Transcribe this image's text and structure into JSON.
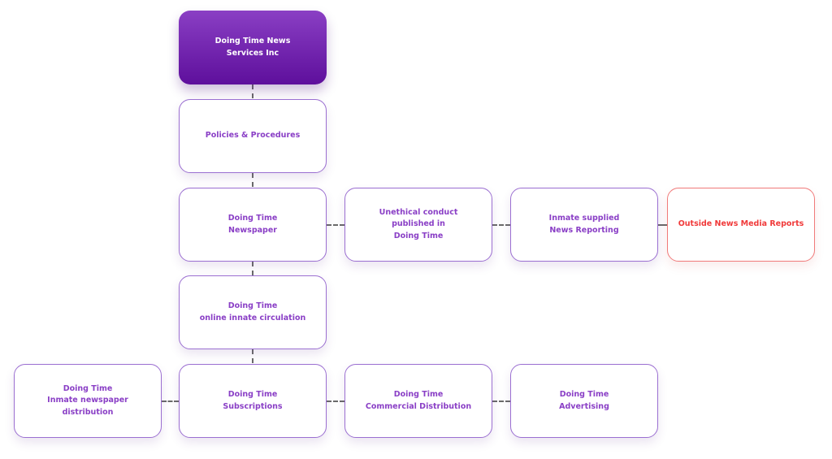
{
  "colors": {
    "accent_purple": "#8a3fc6",
    "root_gradient_top": "#8a3fc4",
    "root_gradient_bottom": "#5e0f9c",
    "external_red": "#f03a3a",
    "connector_gray": "#6b6b6b"
  },
  "nodes": {
    "root": "Doing Time News\nServices Inc",
    "policies": "Policies & Procedures",
    "newspaper": "Doing Time\nNewspaper",
    "unethical": "Unethical conduct\npublished in\nDoing Time",
    "inmate_supplied": "Inmate supplied\nNews Reporting",
    "outside_media": "Outside News Media Reports",
    "online": "Doing Time\nonline innate circulation",
    "subscriptions": "Doing Time\nSubscriptions",
    "inmate_distribution": "Doing Time\nInmate newspaper\ndistribution",
    "commercial": "Doing Time\nCommercial Distribution",
    "advertising": "Doing Time\nAdvertising"
  }
}
